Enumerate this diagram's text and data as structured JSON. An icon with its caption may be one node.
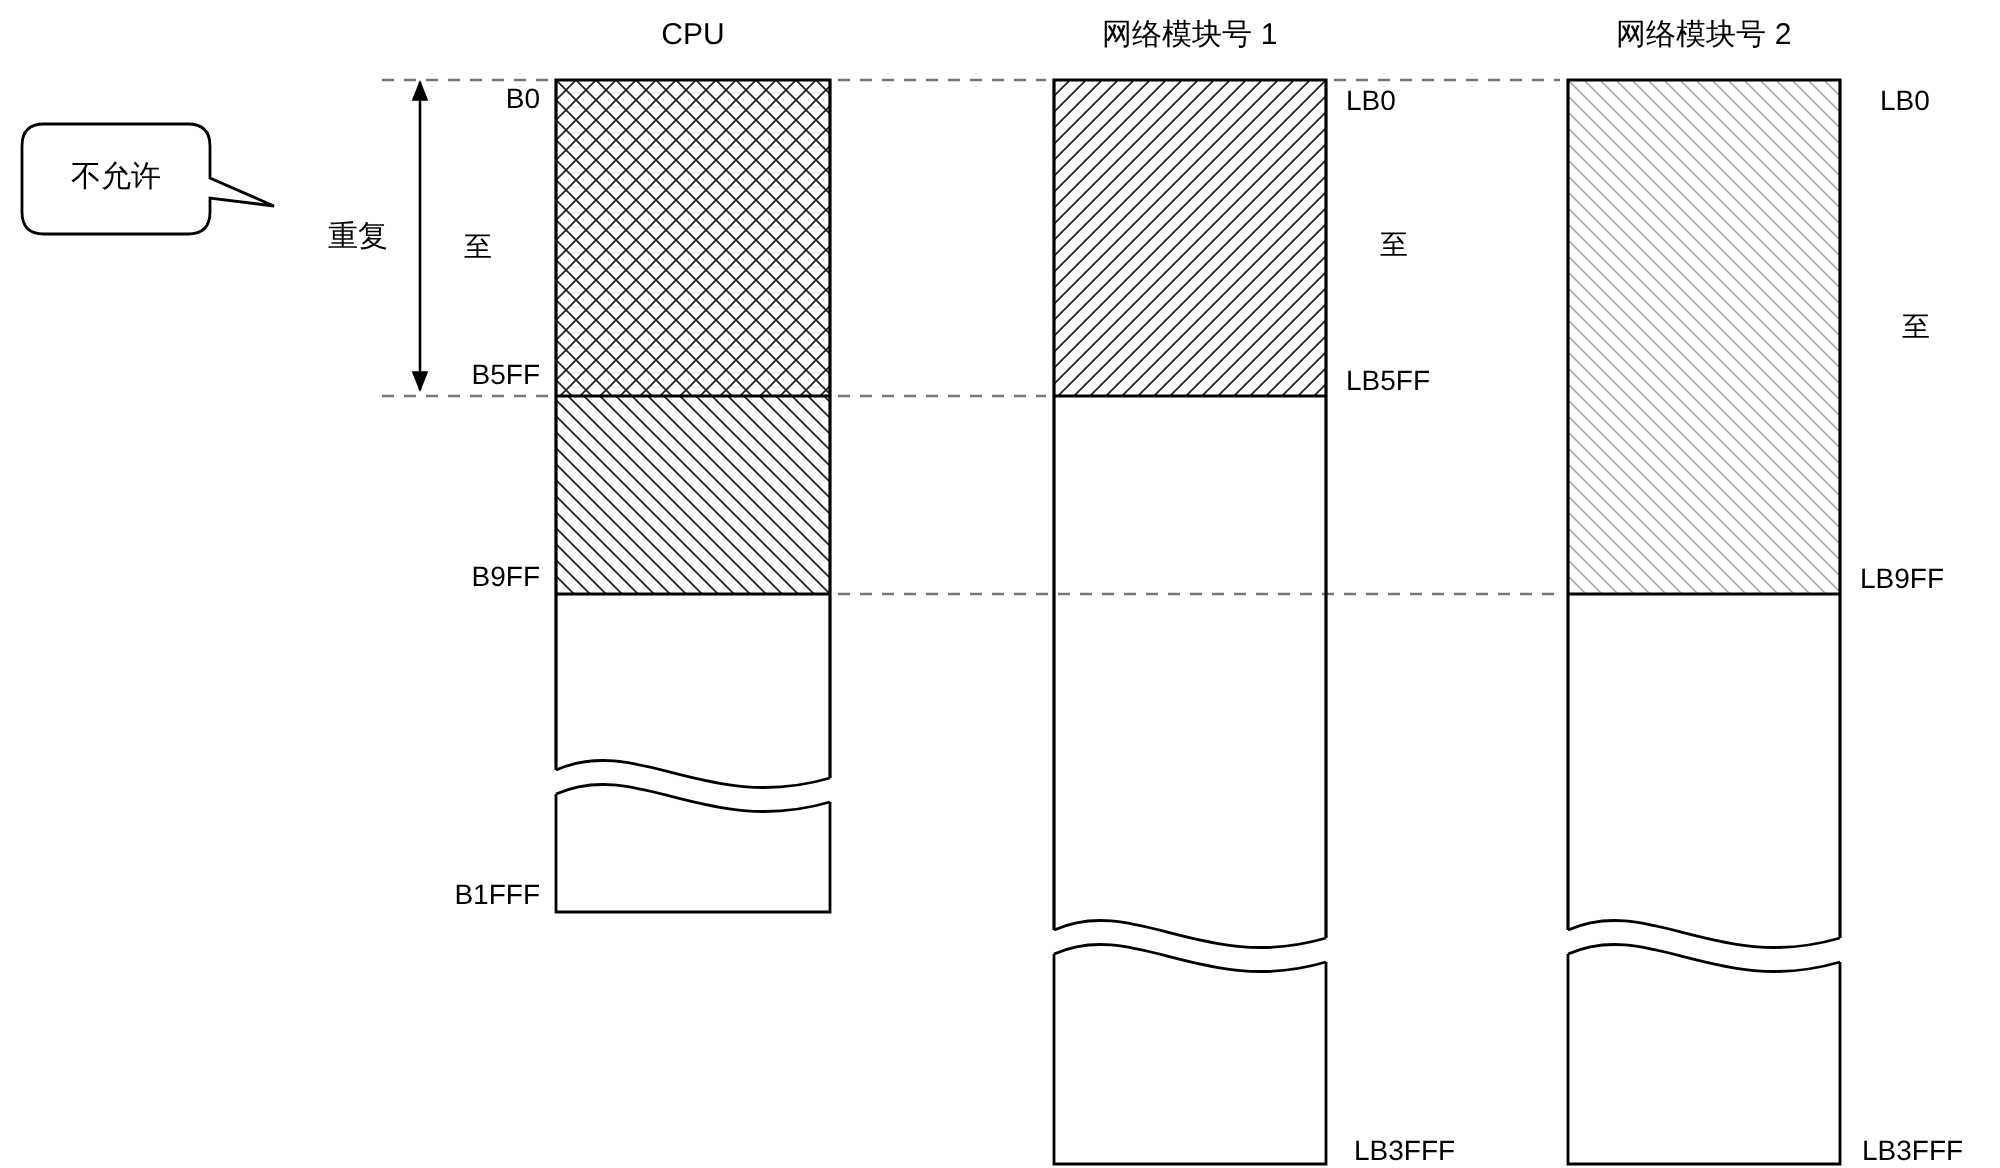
{
  "diagram": {
    "nodes": [
      {
        "text": [
          "不允许"
        ]
      },
      {
        "text": [
          "CPU"
        ],
        "beside": [
          "B0",
          "至",
          "B5FF",
          "B9FF",
          "B1FFF"
        ]
      },
      {
        "text": [
          "网络模块号 1"
        ],
        "beside": [
          "LB0",
          "至",
          "LB5FF",
          "LB3FFF"
        ]
      },
      {
        "text": [
          "网络模块号 2"
        ],
        "beside": [
          "LB0",
          "至",
          "LB9FF",
          "LB3FFF"
        ]
      }
    ],
    "labels": [
      "重复"
    ]
  }
}
